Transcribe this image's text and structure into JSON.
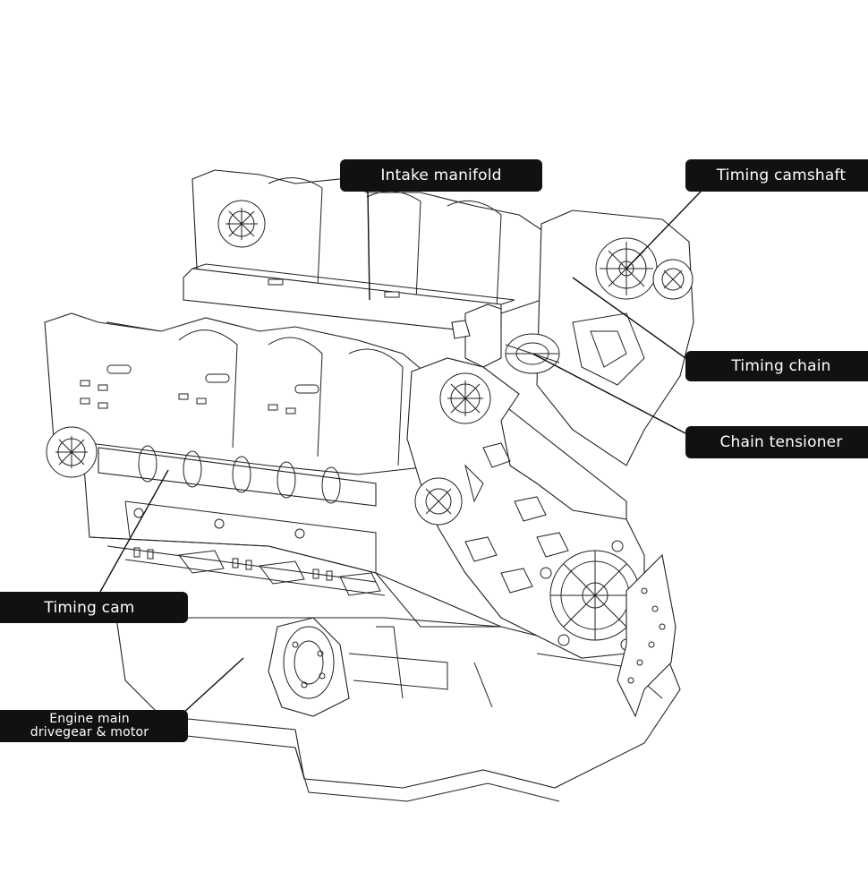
{
  "labels": {
    "intake_manifold": "Intake manifold",
    "timing_camshaft": "Timing camshaft",
    "timing_chain": "Timing chain",
    "chain_tensioner": "Chain tensioner",
    "timing_cam": "Timing cam",
    "drivegear_line1": "Engine main",
    "drivegear_line2": "drivegear & motor"
  },
  "colors": {
    "label_background": "#111111",
    "label_text": "#ffffff",
    "line_art": "#222222",
    "background": "#ffffff"
  }
}
